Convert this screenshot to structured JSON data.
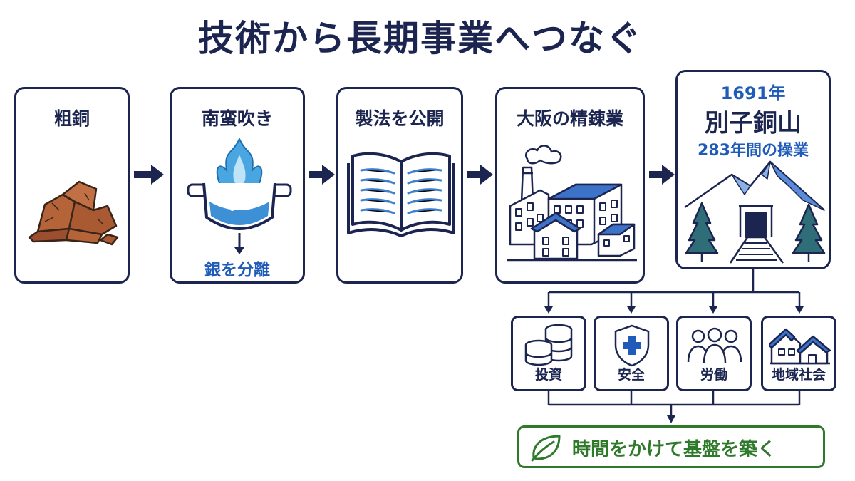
{
  "title": "技術から長期事業へつなぐ",
  "steps": [
    {
      "label": "粗銅"
    },
    {
      "label": "南蛮吹き",
      "sub": "銀を分離"
    },
    {
      "label": "製法を公開"
    },
    {
      "label": "大阪の精錬業"
    }
  ],
  "final": {
    "year": "1691年",
    "name": "別子銅山",
    "duration": "283年間の操業"
  },
  "pillars": [
    "投資",
    "安全",
    "労働",
    "地域社会"
  ],
  "conclusion": "時間をかけて基盤を築く",
  "colors": {
    "navy": "#1b2550",
    "blue": "#1f5bb8",
    "green": "#2f7a2a"
  }
}
